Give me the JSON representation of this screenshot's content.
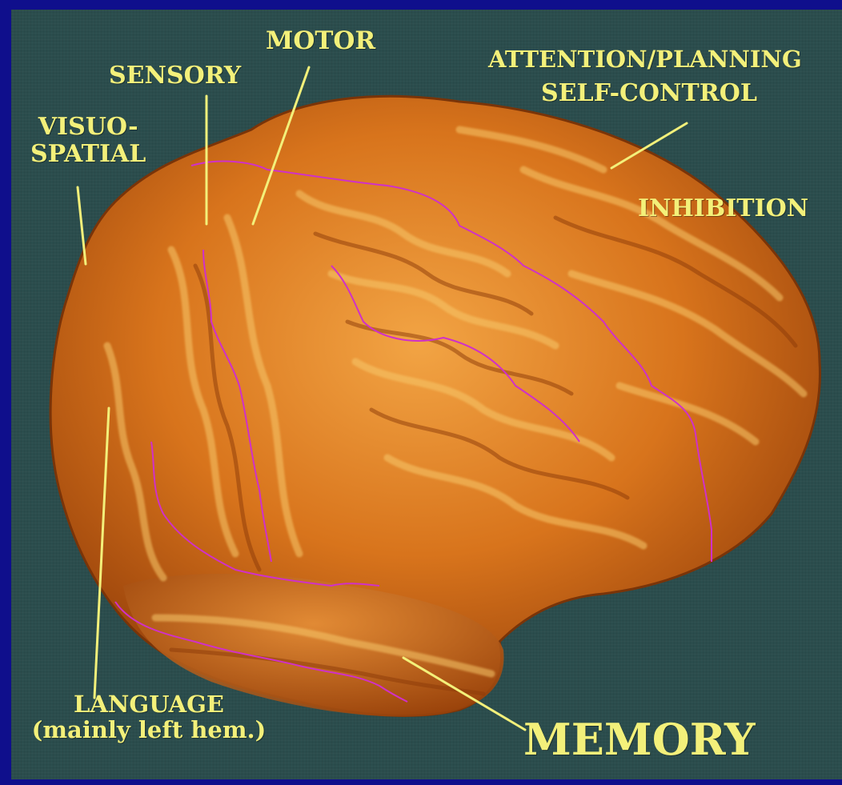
{
  "labels": {
    "motor": "MOTOR",
    "sensory": "SENSORY",
    "visuo_line1": "VISUO-",
    "visuo_line2": "SPATIAL",
    "attention": "ATTENTION/PLANNING",
    "self_control": "SELF-CONTROL",
    "inhibition": "INHIBITION",
    "language": "LANGUAGE",
    "language_note": "(mainly left hem.)",
    "memory": "MEMORY"
  },
  "colors": {
    "background_border": "#0f0f8c",
    "panel": "#2b4d4d",
    "label_text": "#f3f07a",
    "pointer_line": "#f3f07a",
    "brain_base": "#d8741c",
    "brain_highlight": "#f6c060",
    "lobe_boundary": "#d030c8"
  },
  "image": {
    "subject": "3D rendered human brain, left lateral view",
    "icon": "brain-illustration"
  }
}
